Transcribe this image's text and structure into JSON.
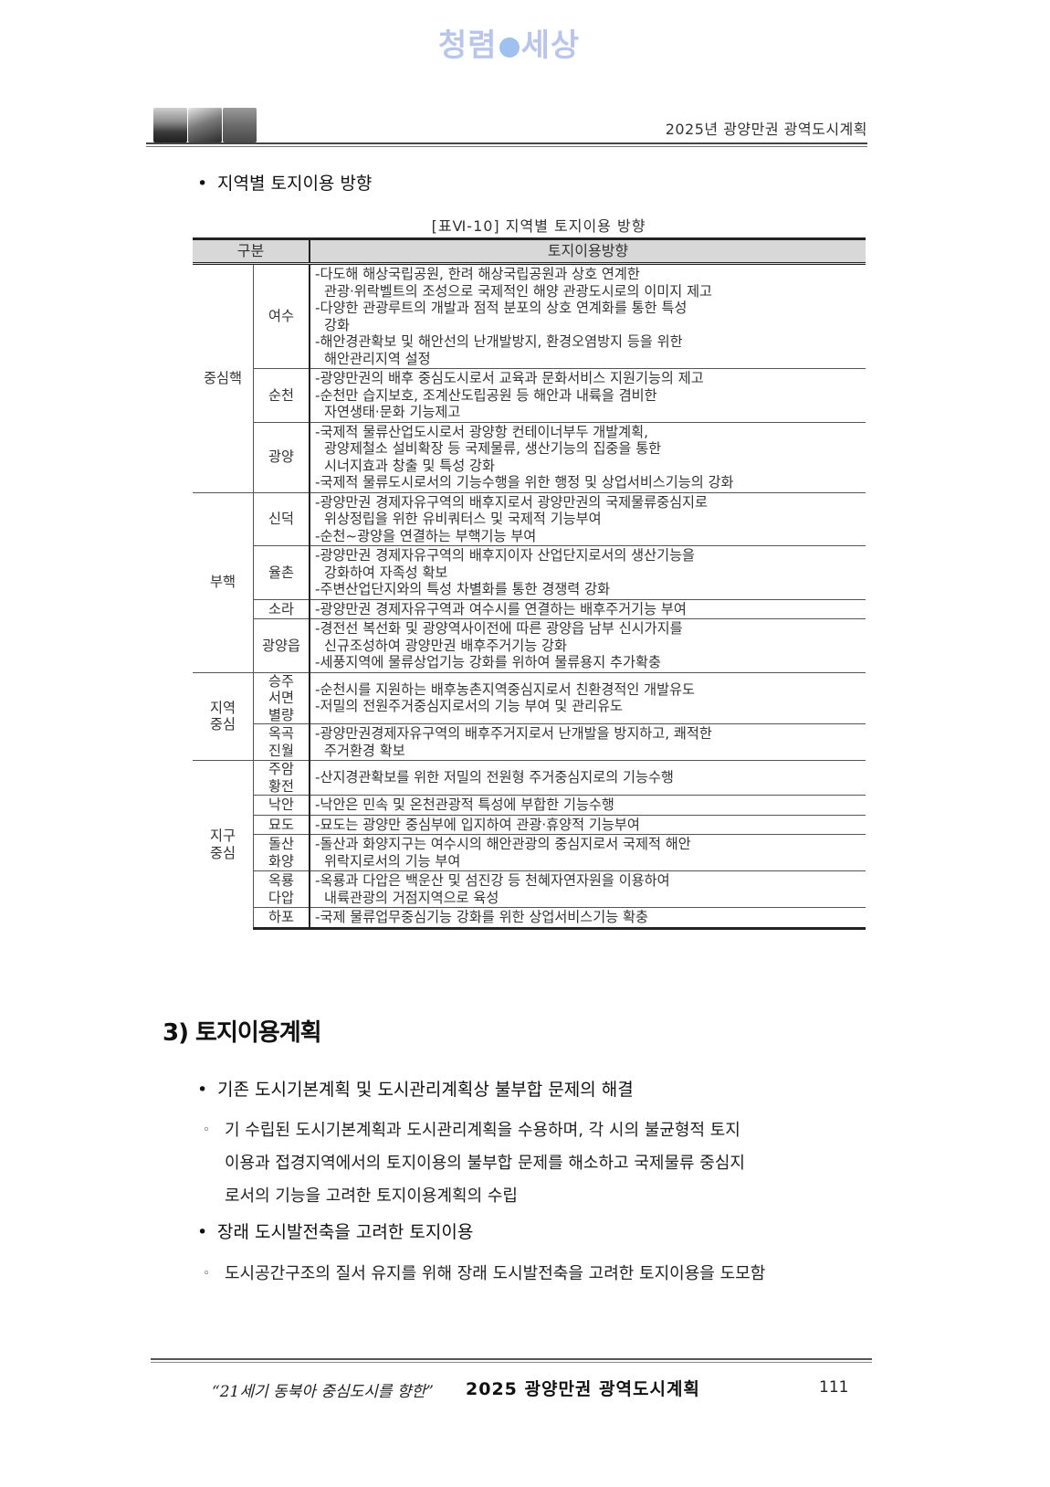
{
  "watermark": {
    "logo_text_left": "청렴",
    "logo_text_right": "세상"
  },
  "header": {
    "title": "2025년 광양만권 광역도시계획",
    "image_strip": [
      "landscape-photo-1",
      "river-photo",
      "breakwater-photo"
    ]
  },
  "section1": {
    "bullet_heading": "지역별 토지이용 방향",
    "table_caption": "[표Ⅵ-10] 지역별 토지이용 방향",
    "table": {
      "headers": [
        "구분",
        "토지이용방향"
      ],
      "groups": [
        {
          "name": "중심핵",
          "rows": [
            {
              "area": "여수",
              "lines": [
                "-다도해 해상국립공원, 한려 해상국립공원과 상호 연계한",
                " 관광·위락벨트의 조성으로 국제적인 해양 관광도시로의 이미지 제고",
                "-다양한 관광루트의 개발과 점적 분포의 상호 연계화를 통한 특성",
                " 강화",
                "-해안경관확보 및 해안선의 난개발방지, 환경오염방지 등을 위한",
                " 해안관리지역 설정"
              ]
            },
            {
              "area": "순천",
              "lines": [
                "-광양만권의 배후 중심도시로서 교육과 문화서비스 지원기능의 제고",
                "-순천만 습지보호, 조계산도립공원 등 해안과 내륙을 겸비한",
                " 자연생태·문화 기능제고"
              ]
            },
            {
              "area": "광양",
              "lines": [
                "-국제적 물류산업도시로서 광양항 컨테이너부두 개발계획,",
                " 광양제철소 설비확장 등 국제물류, 생산기능의 집중을 통한",
                " 시너지효과 창출 및 특성 강화",
                "-국제적 물류도시로서의 기능수행을 위한 행정 및 상업서비스기능의 강화"
              ]
            }
          ]
        },
        {
          "name": "부핵",
          "rows": [
            {
              "area": "신덕",
              "lines": [
                "-광양만권 경제자유구역의 배후지로서 광양만권의 국제물류중심지로",
                " 위상정립을 위한 유비쿼터스 및 국제적 기능부여",
                "-순천~광양을 연결하는 부핵기능 부여"
              ]
            },
            {
              "area": "율촌",
              "lines": [
                "-광양만권 경제자유구역의 배후지이자 산업단지로서의 생산기능을",
                " 강화하여 자족성 확보",
                "-주변산업단지와의 특성 차별화를 통한 경쟁력 강화"
              ]
            },
            {
              "area": "소라",
              "lines": [
                "-광양만권 경제자유구역과 여수시를 연결하는 배후주거기능 부여"
              ]
            },
            {
              "area": "광양읍",
              "lines": [
                "-경전선 복선화 및 광양역사이전에 따른 광양읍 남부 신시가지를",
                " 신규조성하여 광양만권 배후주거기능 강화",
                "-세풍지역에 물류상업기능 강화를 위하여 물류용지 추가확충"
              ]
            }
          ]
        },
        {
          "name": "지역\n중심",
          "rows": [
            {
              "area": "승주\n서면\n별량",
              "lines": [
                "-순천시를 지원하는 배후농촌지역중심지로서 친환경적인 개발유도",
                "-저밀의 전원주거중심지로서의 기능 부여 및 관리유도"
              ]
            },
            {
              "area": "옥곡\n진월",
              "lines": [
                "-광양만권경제자유구역의 배후주거지로서 난개발을 방지하고, 쾌적한",
                " 주거환경 확보"
              ]
            }
          ]
        },
        {
          "name": "지구\n중심",
          "rows": [
            {
              "area": "주암\n황전",
              "lines": [
                "-산지경관확보를 위한 저밀의 전원형 주거중심지로의 기능수행"
              ]
            },
            {
              "area": "낙안",
              "lines": [
                "-낙안은 민속 및 온천관광적 특성에 부합한 기능수행"
              ]
            },
            {
              "area": "묘도",
              "lines": [
                "-묘도는 광양만 중심부에 입지하여 관광·휴양적 기능부여"
              ]
            },
            {
              "area": "돌산\n화양",
              "lines": [
                "-돌산과 화양지구는 여수시의 해안관광의 중심지로서 국제적 해안",
                " 위락지로서의 기능 부여"
              ]
            },
            {
              "area": "옥룡\n다압",
              "lines": [
                "-옥룡과 다압은 백운산 및 섬진강 등 천혜자연자원을 이용하여",
                " 내륙관광의 거점지역으로 육성"
              ]
            },
            {
              "area": "하포",
              "lines": [
                "-국제 물류업무중심기능 강화를 위한 상업서비스기능 확충"
              ]
            }
          ]
        }
      ]
    }
  },
  "section2": {
    "title": "3) 토지이용계획",
    "bullets": [
      {
        "heading": "기존 도시기본계획 및 도시관리계획상 불부합 문제의 해결",
        "paragraph_lines": [
          "기 수립된 도시기본계획과 도시관리계획을 수용하며, 각 시의 불균형적 토지",
          "이용과 접경지역에서의 토지이용의 불부합 문제를 해소하고 국제물류 중심지",
          "로서의 기능을 고려한 토지이용계획의 수립"
        ]
      },
      {
        "heading": "장래 도시발전축을 고려한 토지이용",
        "paragraph_lines": [
          "도시공간구조의 질서 유지를 위해 장래 도시발전축을 고려한 토지이용을 도모함"
        ]
      }
    ]
  },
  "footer": {
    "quote": "“21세기 동북아 중심도시를 향한”",
    "title": "2025 광양만권 광역도시계획",
    "page_number": "111"
  },
  "glyphs": {
    "bullet": "•",
    "sub_bullet": "◦"
  }
}
